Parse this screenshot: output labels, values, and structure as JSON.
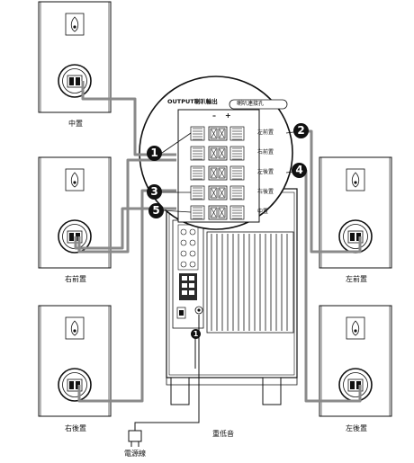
{
  "labels": {
    "center": "中置",
    "front_right": "右前置",
    "front_left": "左前置",
    "rear_right": "右後置",
    "rear_left": "左後置",
    "subwoofer": "重低音",
    "power_cord": "電源線"
  },
  "panel": {
    "output_title": "OUTPUT喇叭輸出",
    "speaker_jack": "喇叭連接孔",
    "minus": "–",
    "plus": "+",
    "channel_labels": [
      "左前置",
      "右前置",
      "左後置",
      "右後置",
      "中置"
    ]
  },
  "callouts": [
    "1",
    "2",
    "3",
    "4",
    "5",
    "1"
  ],
  "colors": {
    "line": "#111111",
    "cable": "#8a8a8a",
    "fill_light": "#d9d9d9",
    "fill_dark": "#2a2a2a"
  }
}
